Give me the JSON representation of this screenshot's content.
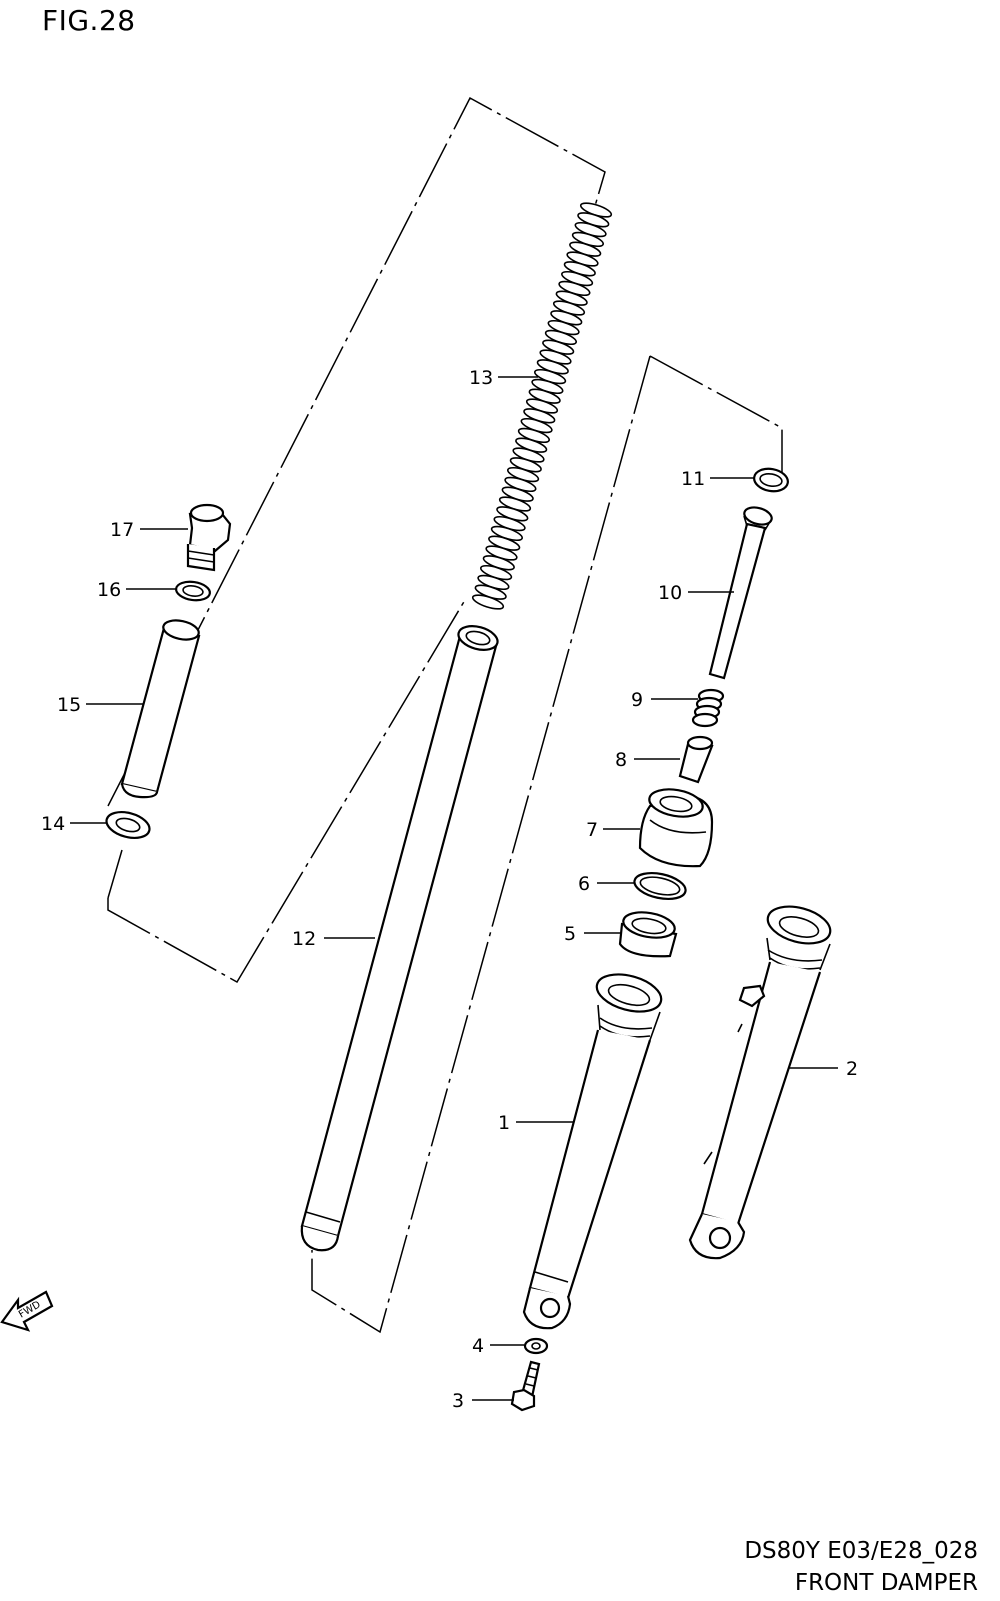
{
  "figure_title": "FIG.28",
  "drawing_code": "DS80Y E03/E28_028",
  "caption": "FRONT DAMPER",
  "fwd_label": "FWD",
  "callouts": {
    "c1": "1",
    "c2": "2",
    "c3": "3",
    "c4": "4",
    "c5": "5",
    "c6": "6",
    "c7": "7",
    "c8": "8",
    "c9": "9",
    "c10": "10",
    "c11": "11",
    "c12": "12",
    "c13": "13",
    "c14": "14",
    "c15": "15",
    "c16": "16",
    "c17": "17"
  }
}
